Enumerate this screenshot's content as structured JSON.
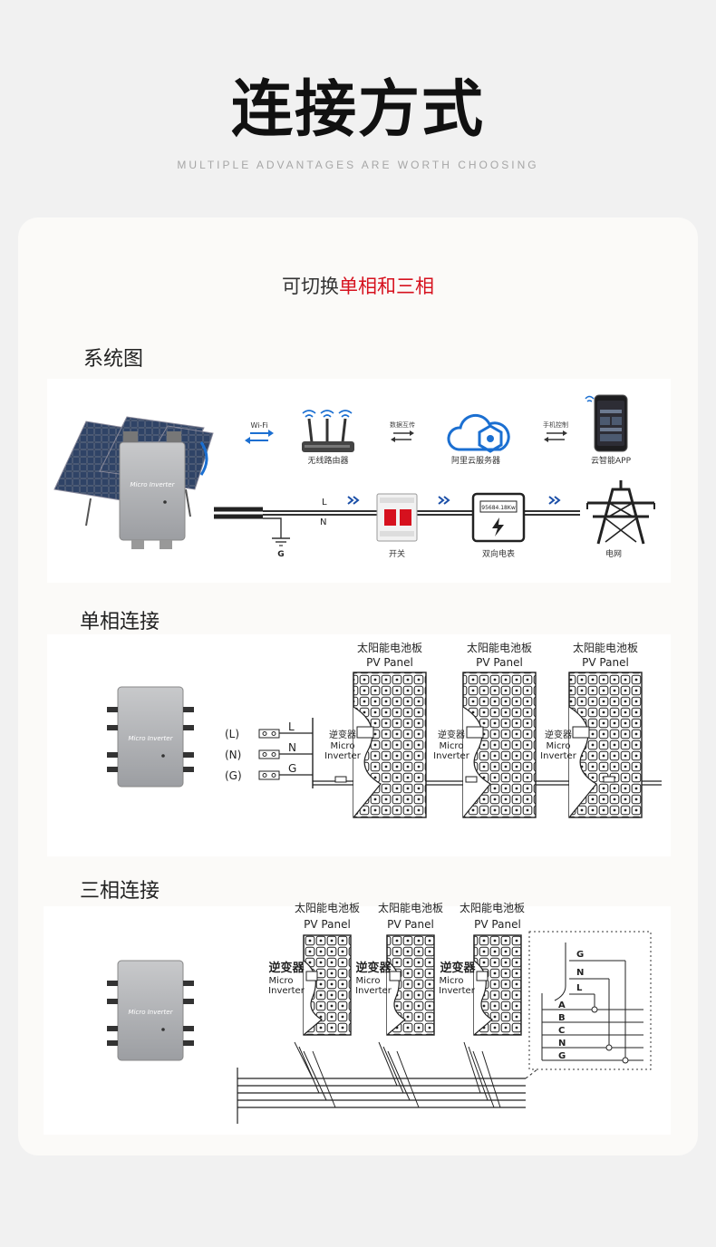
{
  "page": {
    "title": "连接方式",
    "subtitle": "MULTIPLE ADVANTAGES ARE WORTH CHOOSING",
    "switch_prefix": "可切换",
    "switch_highlight": "单相和三相"
  },
  "colors": {
    "highlight": "#d6111e",
    "accent_blue": "#1b6fd1",
    "card": "#fbfaf8",
    "background": "#f1f1f1"
  },
  "system": {
    "label": "系统图",
    "inverter_badge": "Micro Inverter",
    "wifi": "Wi-Fi",
    "router": "无线路由器",
    "data_exchange": "数据互传",
    "cloud": "阿里云服务器",
    "phone_control": "手机控制",
    "app": "云智能APP",
    "line_l": "L",
    "line_n": "N",
    "ground": "G",
    "switch": "开关",
    "meter": "双向电表",
    "meter_reading": "95684.18Kw",
    "grid": "电网"
  },
  "single": {
    "label": "单相连接",
    "inverter_badge": "Micro Inverter",
    "panel_cn": "太阳能电池板",
    "panel_en": "PV Panel",
    "inv_cn": "逆变器",
    "inv_en1": "Micro",
    "inv_en2": "Inverter",
    "terminals": [
      "(L)",
      "(N)",
      "(G)"
    ],
    "wires": [
      "L",
      "N",
      "G"
    ]
  },
  "three": {
    "label": "三相连接",
    "inverter_badge": "Micro Inverter",
    "panel_cn": "太阳能电池板",
    "panel_en": "PV Panel",
    "inv_cn": "逆变器",
    "inv_en1": "Micro",
    "inv_en2": "Inverter",
    "top_wires": [
      "G",
      "N",
      "L"
    ],
    "bus": [
      "A",
      "B",
      "C",
      "N",
      "G"
    ]
  }
}
